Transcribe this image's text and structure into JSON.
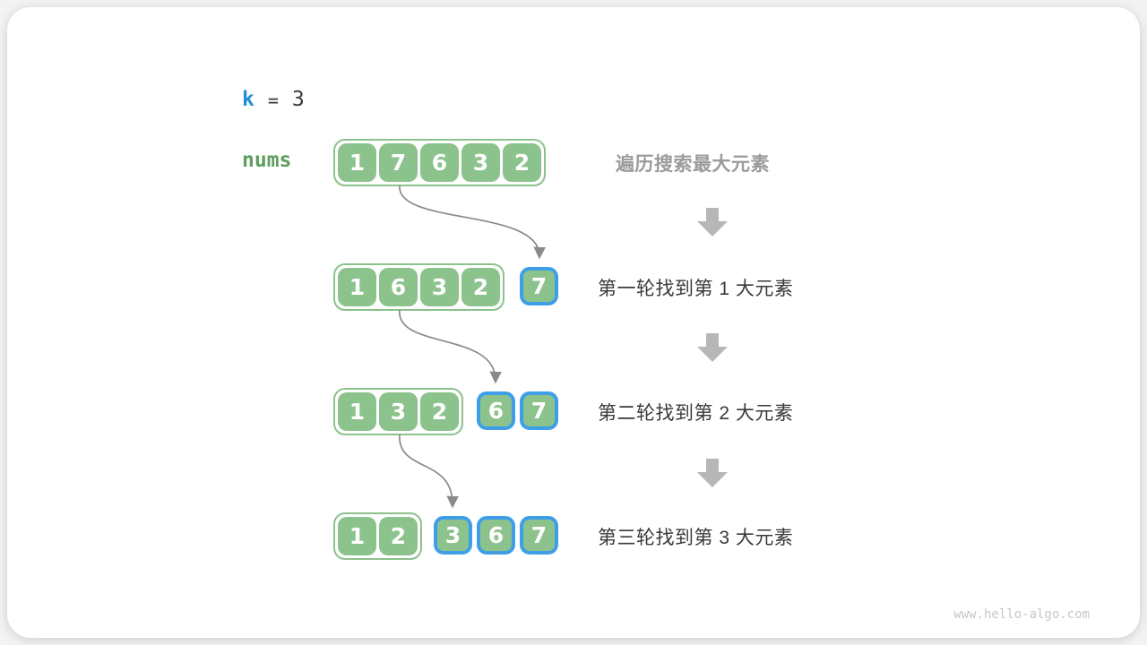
{
  "variable_line": {
    "name": "k",
    "equals": "=",
    "value": "3"
  },
  "array_label": "nums",
  "rows": [
    {
      "unsorted": [
        "1",
        "7",
        "6",
        "3",
        "2"
      ],
      "sorted": [],
      "label": "遍历搜索最大元素",
      "heading": true
    },
    {
      "unsorted": [
        "1",
        "6",
        "3",
        "2"
      ],
      "sorted": [
        "7"
      ],
      "label": "第一轮找到第 1 大元素"
    },
    {
      "unsorted": [
        "1",
        "3",
        "2"
      ],
      "sorted": [
        "6",
        "7"
      ],
      "label": "第二轮找到第 2 大元素"
    },
    {
      "unsorted": [
        "1",
        "2"
      ],
      "sorted": [
        "3",
        "6",
        "7"
      ],
      "label": "第三轮找到第 3 大元素"
    }
  ],
  "watermark": "www.hello-algo.com",
  "colors": {
    "cell_green": "#8CC28C",
    "sorted_border": "#3E9FE8",
    "k_blue": "#1E8FD5",
    "nums_green": "#5E9E5E",
    "heading_gray": "#9B9B9B",
    "label_dark": "#3A3A3A",
    "arrow_gray": "#8A8A8A",
    "block_arrow_gray": "#B7B7B7",
    "watermark_gray": "#C6C6C6"
  }
}
